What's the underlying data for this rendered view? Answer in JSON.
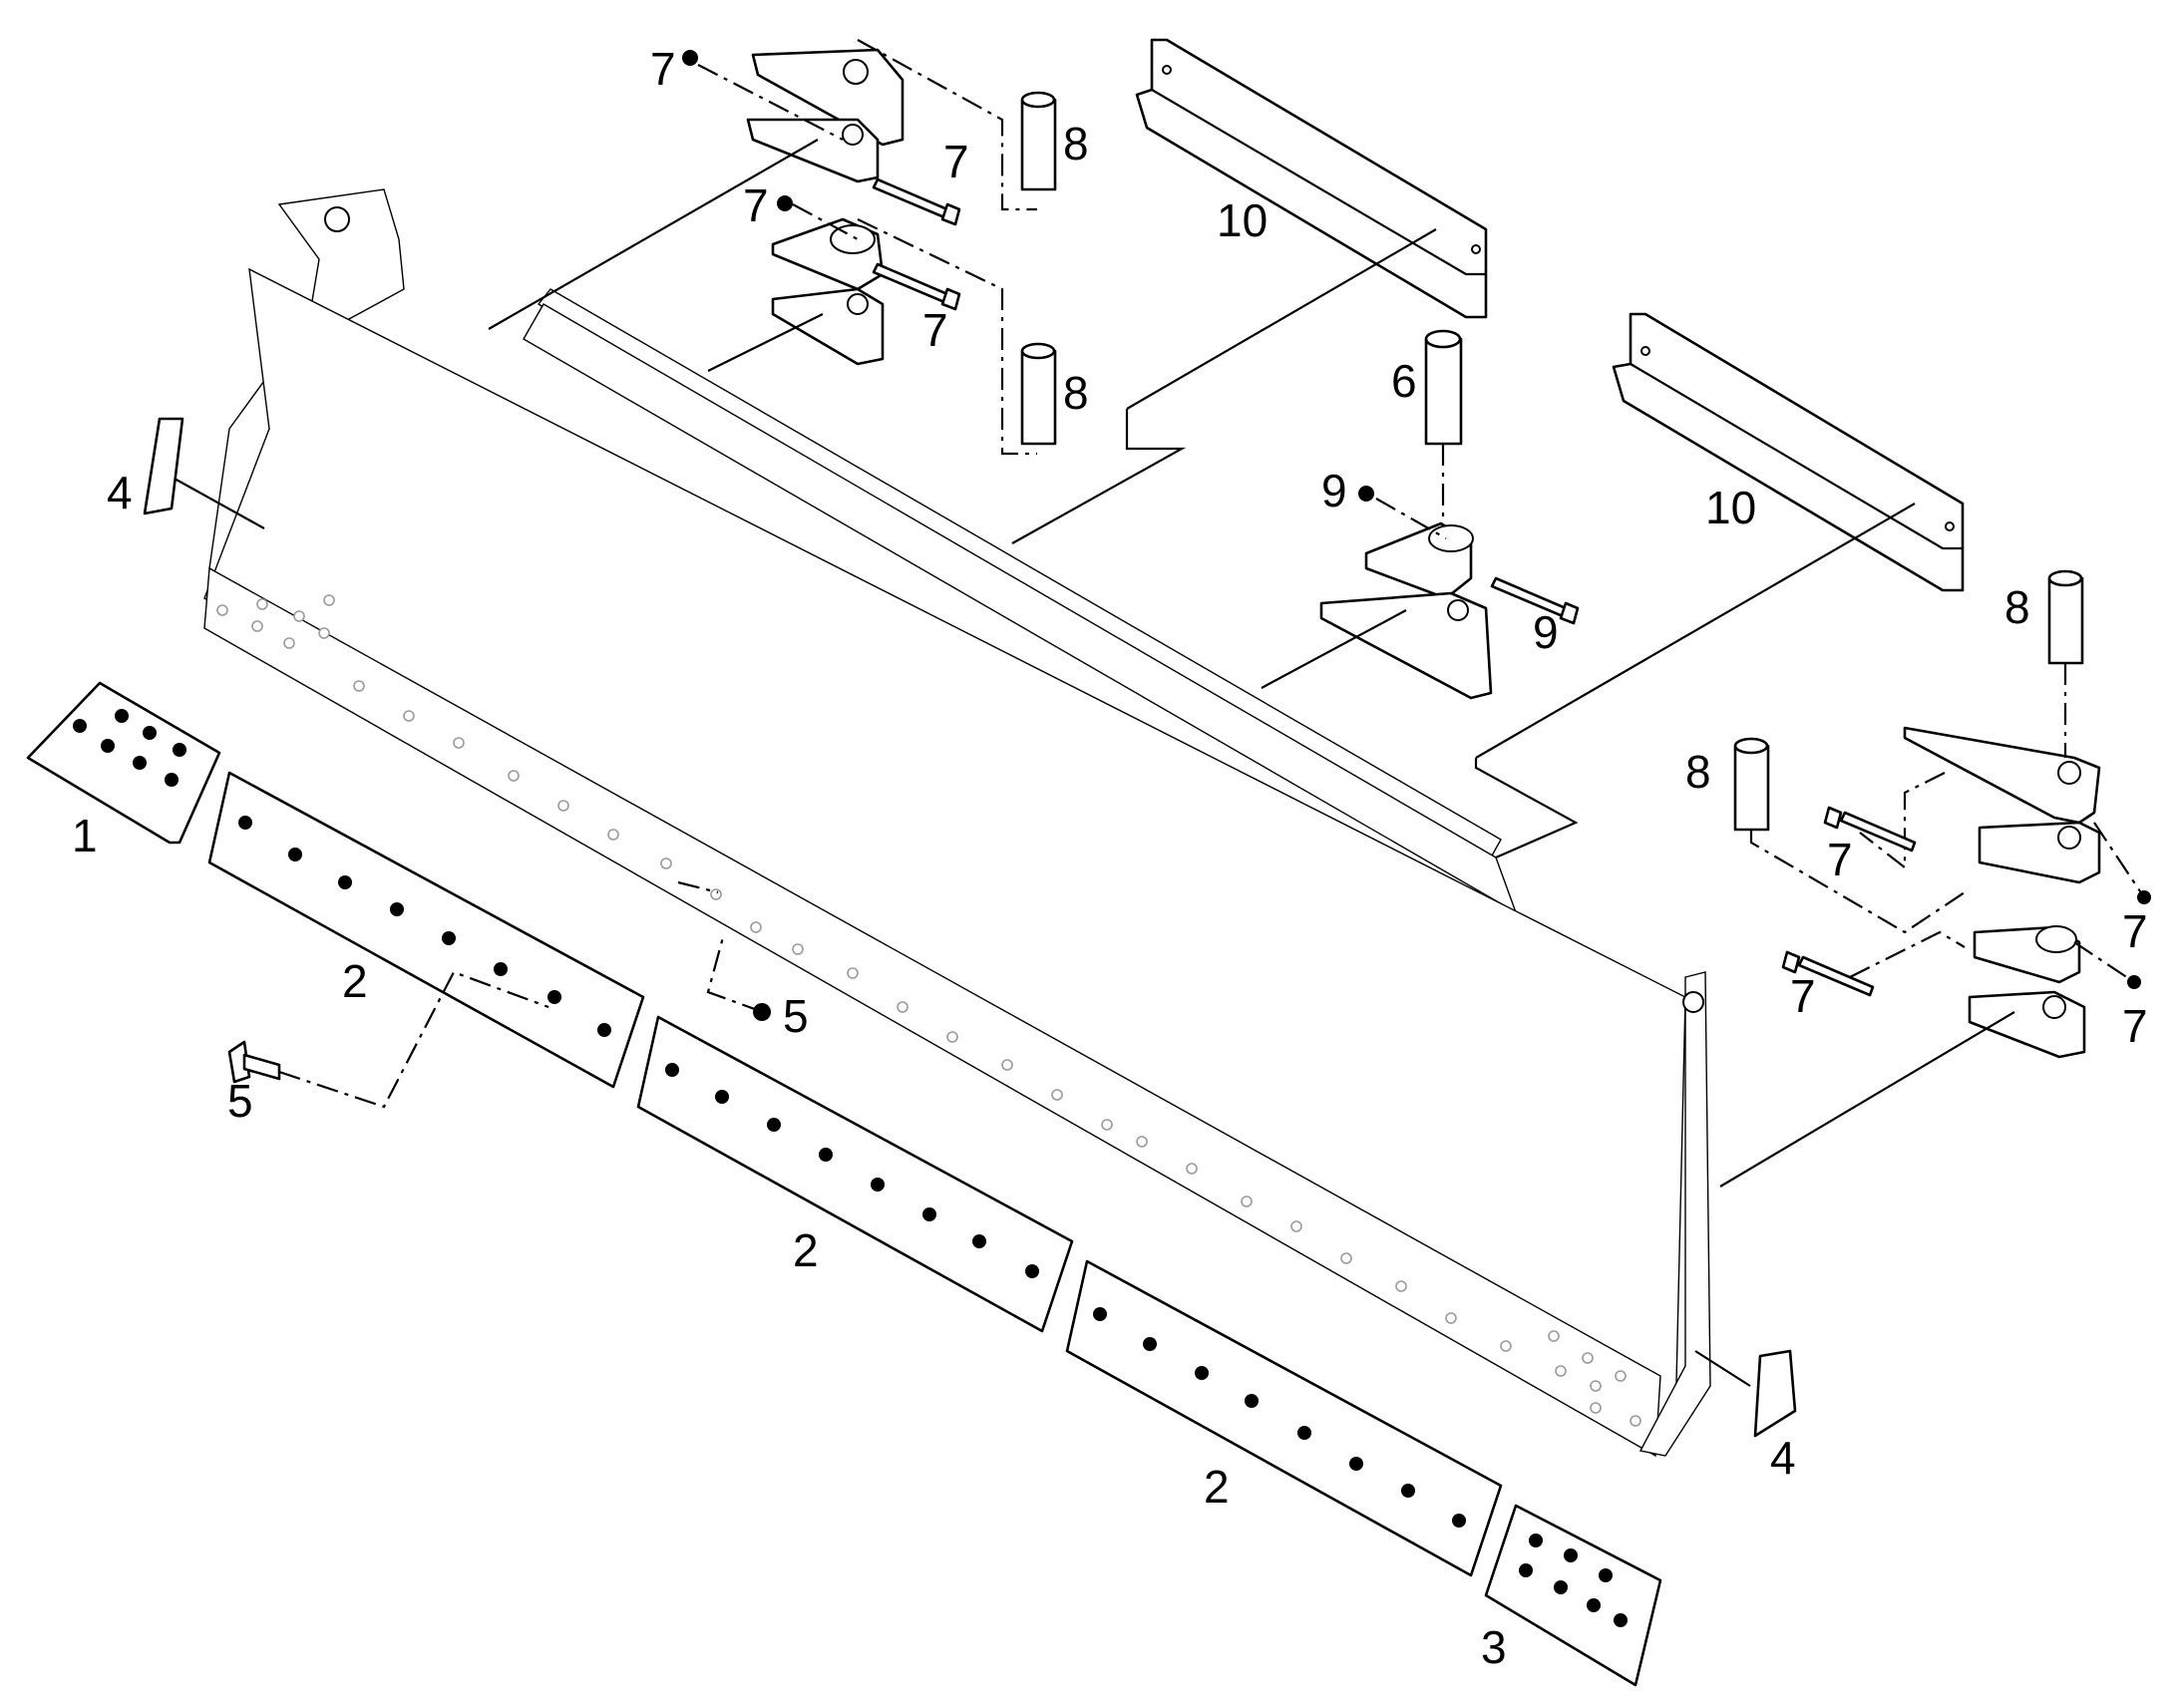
{
  "diagram": {
    "callouts": {
      "c1": "1",
      "c2a": "2",
      "c2b": "2",
      "c2c": "2",
      "c3": "3",
      "c4l": "4",
      "c4r": "4",
      "c5a": "5",
      "c5b": "5",
      "c6": "6",
      "c7a": "7",
      "c7b": "7",
      "c7c": "7",
      "c7d": "7",
      "c7e": "7",
      "c7f": "7",
      "c7g": "7",
      "c7h": "7",
      "c8a": "8",
      "c8b": "8",
      "c8c": "8",
      "c8d": "8",
      "c9a": "9",
      "c9b": "9",
      "c10a": "10",
      "c10b": "10"
    }
  }
}
